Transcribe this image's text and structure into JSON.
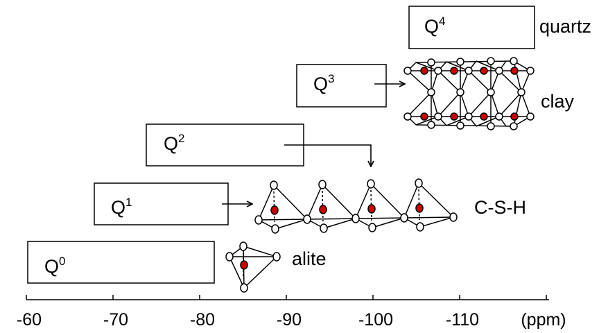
{
  "axis": {
    "tick_labels": [
      "-60",
      "-70",
      "-80",
      "-90",
      "-100",
      "-110"
    ],
    "unit": "(ppm)"
  },
  "ranges": [
    {
      "q": "Q",
      "n": "0",
      "label": "alite"
    },
    {
      "q": "Q",
      "n": "1",
      "label": "C-S-H"
    },
    {
      "q": "Q",
      "n": "2",
      "label": ""
    },
    {
      "q": "Q",
      "n": "3",
      "label": "clay"
    },
    {
      "q": "Q",
      "n": "4",
      "label": "quartz"
    }
  ],
  "colors": {
    "line": "#000000",
    "silicon": "#cc0000",
    "oxygen": "#ffffff"
  }
}
